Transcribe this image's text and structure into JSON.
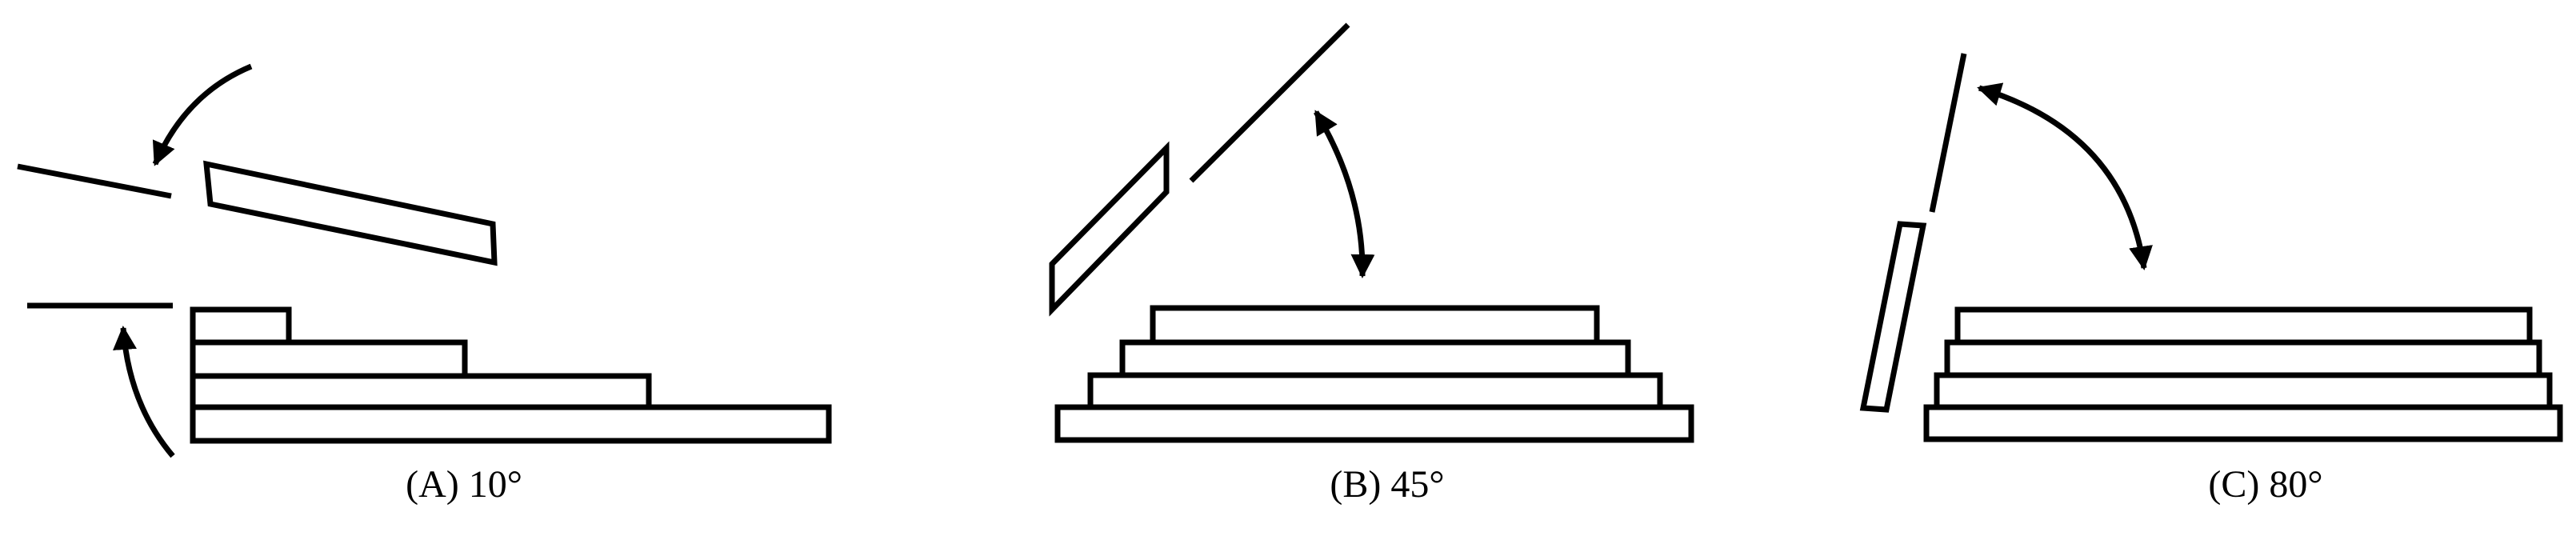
{
  "panels": [
    {
      "id": "A",
      "caption": "(A) 10°",
      "tilt_deg": 10
    },
    {
      "id": "B",
      "caption": "(B) 45°",
      "tilt_deg": 45
    },
    {
      "id": "C",
      "caption": "(C) 80°",
      "tilt_deg": 80
    }
  ],
  "colors": {
    "stroke": "#000000",
    "fill": "#ffffff"
  }
}
